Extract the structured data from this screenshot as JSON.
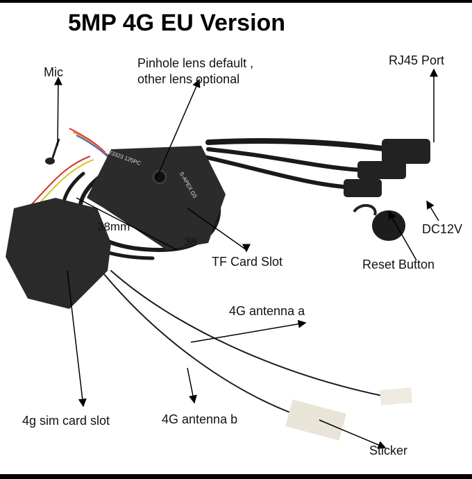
{
  "title": "5MP 4G EU Version",
  "labels": {
    "mic": "Mic",
    "pinhole_line1": "Pinhole lens default ,",
    "pinhole_line2": "other lens optional",
    "rj45": "RJ45 Port",
    "dc12v": "DC12V",
    "tf_card": "TF Card Slot",
    "reset": "Reset Button",
    "antenna_a": "4G antenna a",
    "antenna_b": "4G antenna b",
    "sim": "4g sim card slot",
    "sticker": "Sticker"
  },
  "dimensions": {
    "width_label": "38mm",
    "height_label": "38"
  },
  "module_print": {
    "line1": "E23323 125PC",
    "line2": "S-APEX G5"
  }
}
